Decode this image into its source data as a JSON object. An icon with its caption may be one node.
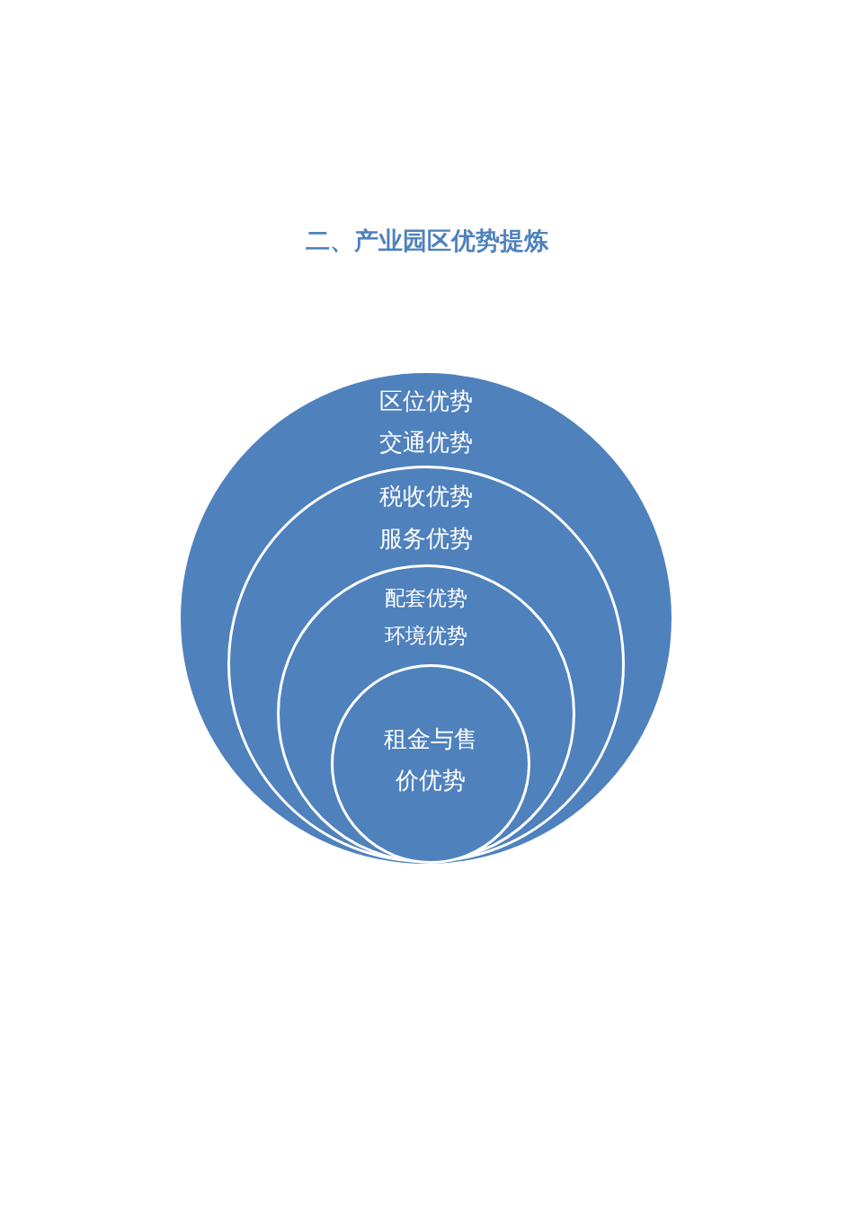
{
  "diagram": {
    "title": "二、产业园区优势提炼",
    "nodes": [
      {
        "text": [
          "区位优势",
          "交通优势"
        ]
      },
      {
        "text": [
          "税收优势",
          "服务优势"
        ],
        "in": 0
      },
      {
        "text": [
          "配套优势",
          "环境优势"
        ],
        "in": 1
      },
      {
        "text": [
          "租金与售价优势"
        ],
        "in": 2
      }
    ]
  }
}
